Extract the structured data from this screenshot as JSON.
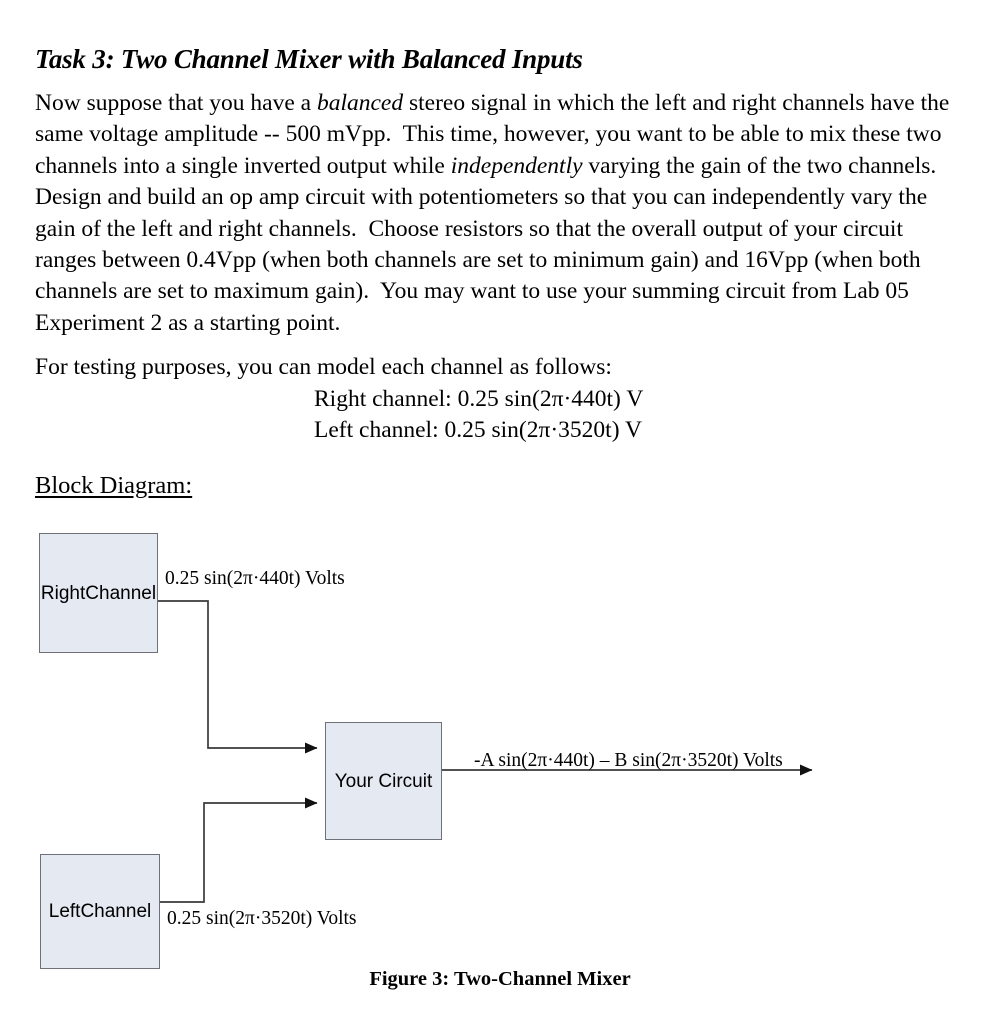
{
  "document": {
    "title": "Task 3: Two Channel Mixer with Balanced Inputs",
    "paragraph_html": "Now suppose that you have a <em>balanced</em> stereo signal in which the left and right channels have the same voltage amplitude -- 500 mVpp.&nbsp; This time, however, you want to be able to mix these two channels into a single inverted output while <em>independently</em> varying the gain of the two channels.&nbsp; Design and build an op amp circuit with potentiometers so that you can independently vary the gain of the left and right channels.&nbsp; Choose resistors so that the overall output of your circuit ranges between 0.4Vpp (when both channels are set to minimum gain) and 16Vpp (when both channels are set to maximum gain).&nbsp; You may want to use your summing circuit from Lab 05 Experiment 2 as a starting point.",
    "model_intro": "For testing purposes, you can model each channel as follows:",
    "equations": {
      "right": "Right channel:  0.25 sin(2π·440t) V",
      "left": "Left channel:  0.25 sin(2π·3520t) V"
    },
    "block_diagram_heading": "Block Diagram:"
  },
  "diagram": {
    "blocks": {
      "right_channel": "Right\nChannel",
      "left_channel": "Left\nChannel",
      "your_circuit": "Your Circuit"
    },
    "labels": {
      "right_signal": "0.25 sin(2π·440t) Volts",
      "left_signal": "0.25 sin(2π·3520t) Volts",
      "output_signal": "-A sin(2π·440t) – B sin(2π·3520t) Volts"
    },
    "caption": "Figure 3:  Two-Channel Mixer",
    "colors": {
      "block_fill": "#e4e9f2",
      "block_border": "#6e7178",
      "wire": "#3a3a3a"
    }
  }
}
